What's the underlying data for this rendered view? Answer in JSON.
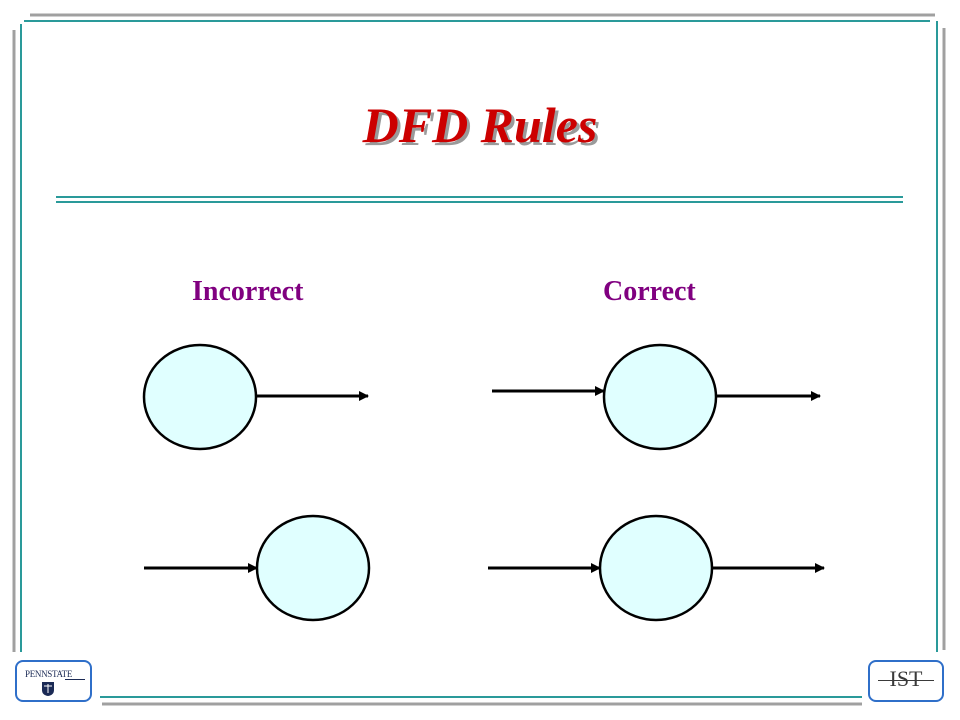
{
  "slide": {
    "title": "DFD Rules",
    "columns": {
      "incorrect_label": "Incorrect",
      "correct_label": "Correct"
    }
  },
  "logos": {
    "left": "PENNSTATE",
    "right": "IST"
  },
  "colors": {
    "frame": "#2a9a9a",
    "frame_shadow": "#a0a0a0",
    "title": "#cc0000",
    "column_label": "#800080",
    "process_fill": "#e0ffff",
    "logo_border": "#2f6fc9"
  },
  "diagram": {
    "incorrect": [
      {
        "name": "process-with-output-only",
        "flows": [
          "out"
        ]
      },
      {
        "name": "process-with-input-only",
        "flows": [
          "in"
        ]
      }
    ],
    "correct": [
      {
        "name": "process-with-input-and-output-1",
        "flows": [
          "in",
          "out"
        ]
      },
      {
        "name": "process-with-input-and-output-2",
        "flows": [
          "in",
          "out"
        ]
      }
    ]
  }
}
